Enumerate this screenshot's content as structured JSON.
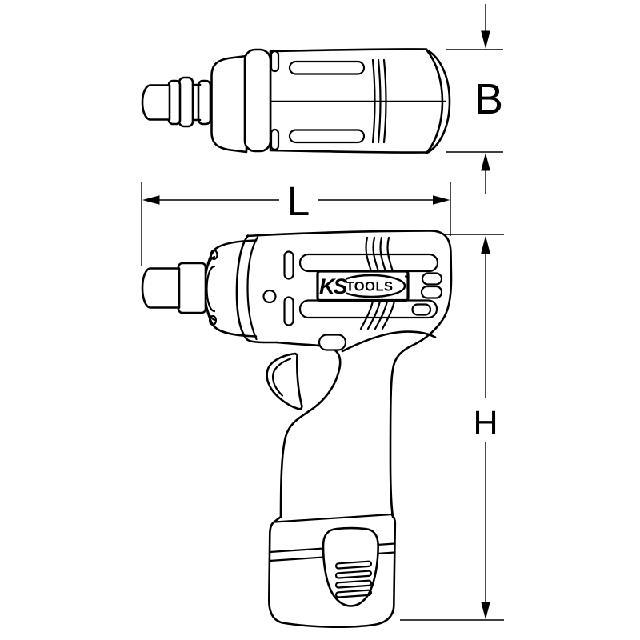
{
  "drawing": {
    "brand": {
      "ks": "KS",
      "tools": "TOOLS"
    },
    "dim_labels": {
      "b": "B",
      "l": "L",
      "h": "H"
    },
    "colors": {
      "line": "#000000",
      "background": "#ffffff"
    }
  }
}
